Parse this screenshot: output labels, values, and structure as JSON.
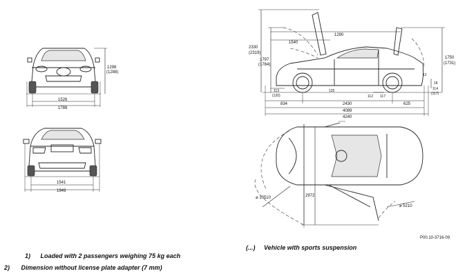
{
  "diagram": {
    "front_view": {
      "track_width": "1526",
      "overall_width": "1788",
      "height": "1298",
      "height_alt": "(1288)"
    },
    "rear_view": {
      "track_width": "1541",
      "overall_width": "1949"
    },
    "side_view": {
      "height_roof_open": "2330",
      "height_roof_open_alt": "(2319)",
      "height_hood_open": "1797",
      "height_hood_open_alt": "(1784)",
      "height_trunk_open": "1750",
      "height_trunk_open_alt": "(1731)",
      "length_top": "1290",
      "length_hood_area": "1540",
      "ground_clearance": "113",
      "ground_clearance_alt": "(120)",
      "rear_clearance": "114",
      "rear_clearance_alt": "(117)",
      "rear_small": "12",
      "rear_angle": "18",
      "front_overhang": "834",
      "wheelbase": "2430",
      "rear_overhang": "625",
      "length_no_plate": "4089",
      "overall_length": "4240",
      "small_front": "125",
      "small_rear_1": "112",
      "small_rear_2": "117"
    },
    "top_view": {
      "turning_circle_left": "⌀ 10510",
      "width_doors_open": "2972",
      "turning_circle_right": "⌀ 5210"
    },
    "figure_id": "P00.10-3716-09"
  },
  "footnotes": {
    "note1_num": "1)",
    "note1_text": "Loaded with 2 passengers weighing 75 kg each",
    "note2_num": "2)",
    "note2_text": "Dimension without license plate adapter (7 mm)",
    "note3_num": "(...)",
    "note3_text": "Vehicle with sports suspension"
  }
}
